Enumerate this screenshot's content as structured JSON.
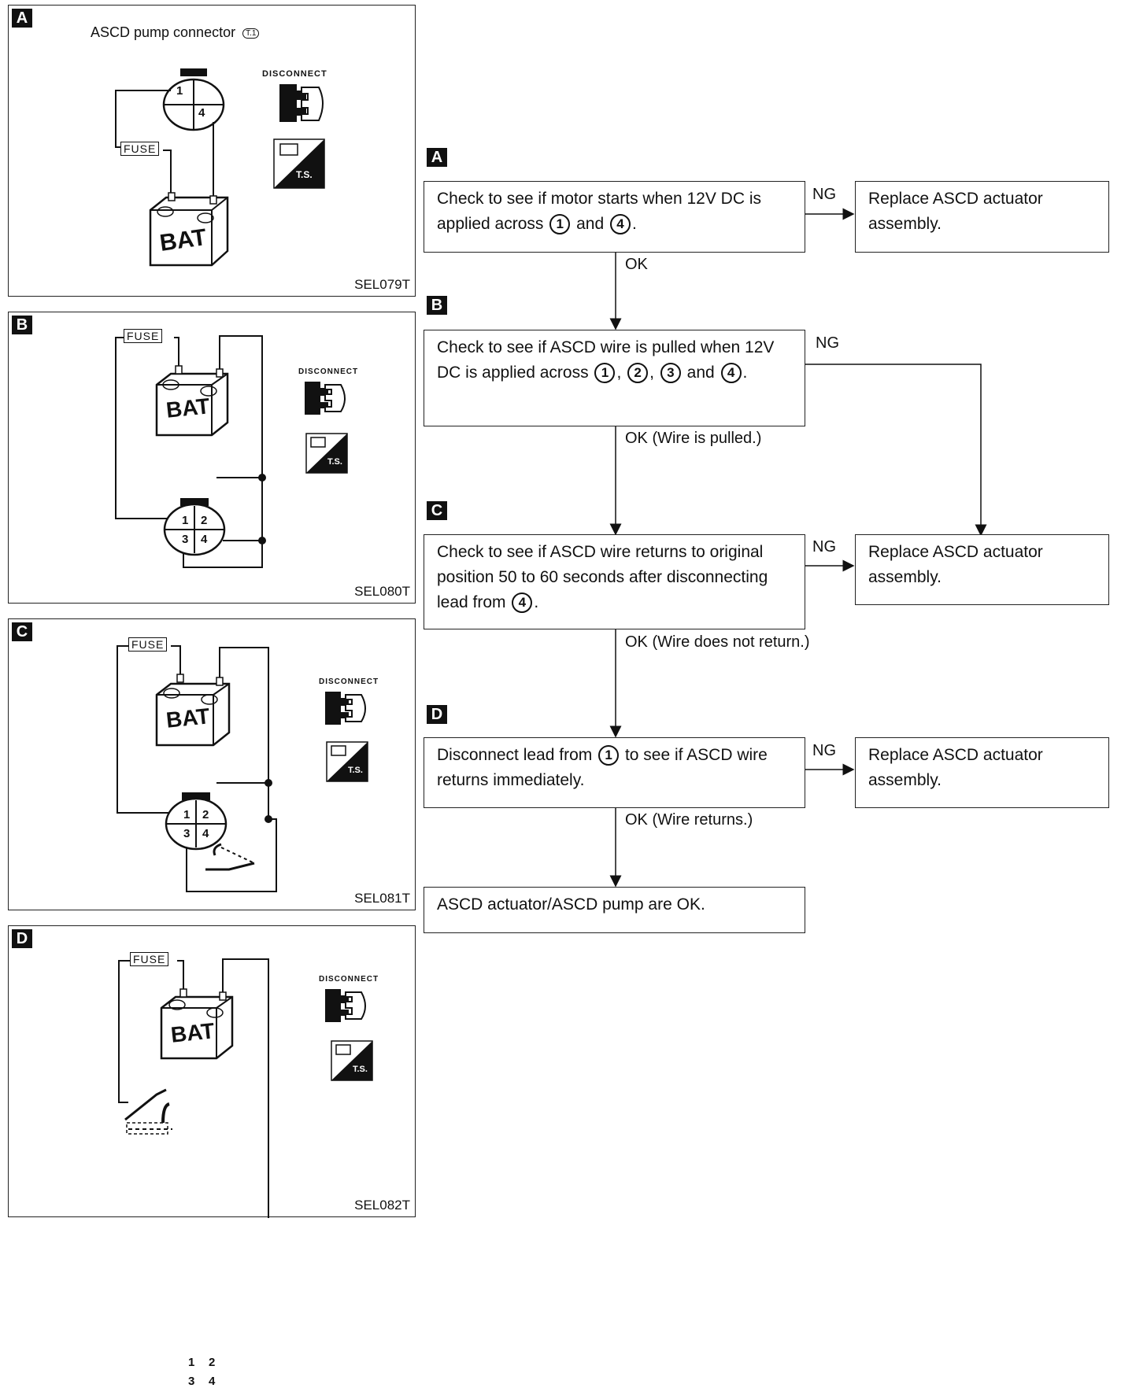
{
  "panels": [
    {
      "tag": "A",
      "code": "SEL079T",
      "title": "ASCD pump connector",
      "title_icon": "T.1",
      "disconnect": "DISCONNECT",
      "ts": "T.S.",
      "fuse": "FUSE",
      "bat": "BAT",
      "pins": [
        "1",
        "4"
      ]
    },
    {
      "tag": "B",
      "code": "SEL080T",
      "disconnect": "DISCONNECT",
      "ts": "T.S.",
      "fuse": "FUSE",
      "bat": "BAT",
      "pins": [
        "1",
        "2",
        "3",
        "4"
      ]
    },
    {
      "tag": "C",
      "code": "SEL081T",
      "disconnect": "DISCONNECT",
      "ts": "T.S.",
      "fuse": "FUSE",
      "bat": "BAT",
      "pins": [
        "1",
        "2",
        "3",
        "4"
      ]
    },
    {
      "tag": "D",
      "code": "SEL082T",
      "disconnect": "DISCONNECT",
      "ts": "T.S.",
      "fuse": "FUSE",
      "bat": "BAT",
      "pins": [
        "1",
        "2",
        "3",
        "4"
      ]
    }
  ],
  "flow": {
    "tags": [
      "A",
      "B",
      "C",
      "D"
    ],
    "step_a": {
      "pre": "Check to see if motor starts when 12V DC is applied across",
      "c1": "1",
      "mid": "and",
      "c2": "4",
      "post": "."
    },
    "step_b": {
      "pre": "Check to see if ASCD wire is pulled when 12V DC is applied across",
      "c1": "1",
      "s1": ",",
      "c2": "2",
      "s2": ",",
      "c3": "3",
      "mid": "and",
      "c4": "4",
      "post": "."
    },
    "step_c": {
      "pre": "Check to see if ASCD wire returns to original position 50 to 60 seconds after disconnecting lead from",
      "c1": "4",
      "post": "."
    },
    "step_d": {
      "pre": "Disconnect lead from",
      "c1": "1",
      "post": "to see if ASCD wire returns immediately."
    },
    "final": "ASCD actuator/ASCD pump are OK.",
    "replace": "Replace ASCD actuator assembly.",
    "ng": "NG",
    "ok_a": "OK",
    "ok_b": "OK (Wire is pulled.)",
    "ok_c": "OK (Wire does not return.)",
    "ok_d": "OK (Wire returns.)"
  }
}
